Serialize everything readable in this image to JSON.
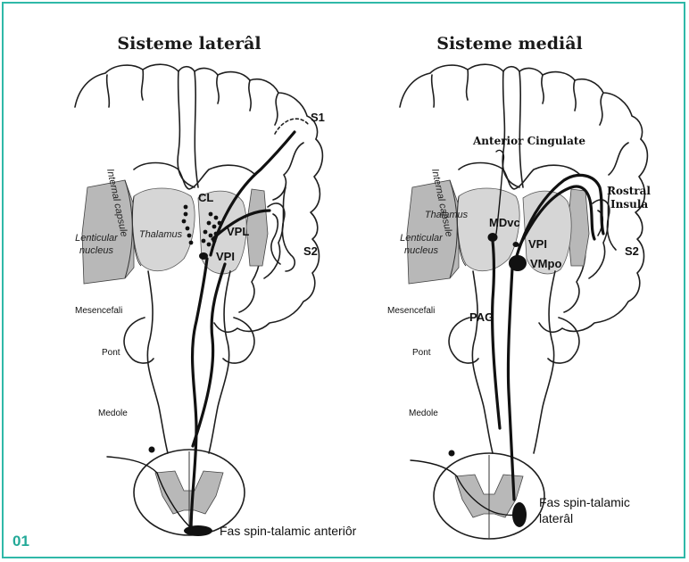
{
  "figure_number": "01",
  "left_panel": {
    "title": "Sisteme laterâl",
    "labels": {
      "S1": "S1",
      "S2": "S2",
      "CL": "CL",
      "VPL": "VPL",
      "VPI": "VPI",
      "internal_capsule": "Internal capsule",
      "lenticular_1": "Lenticular",
      "lenticular_2": "nucleus",
      "thalamus": "Thalamus",
      "mesencefali": "Mesencefali",
      "pont": "Pont",
      "medole": "Medole"
    },
    "tract_label": "Fas spin-talamic anteriôr"
  },
  "right_panel": {
    "title": "Sisteme mediâl",
    "labels": {
      "anterior_cingulate": "Anterior Cingulate",
      "rostral_1": "Rostral",
      "rostral_2": "Insula",
      "S2": "S2",
      "MDvc": "MDvc",
      "VPI": "VPI",
      "VMpo": "VMpo",
      "PAG": "PAG",
      "internal_capsule": "Internal capsule",
      "lenticular_1": "Lenticular",
      "lenticular_2": "nucleus",
      "thalamus": "Thalamus",
      "mesencefali": "Mesencefali",
      "pont": "Pont",
      "medole": "Medole"
    },
    "tract_label_1": "Fas spin-talamic",
    "tract_label_2": "laterâl"
  },
  "colors": {
    "frame": "#2fb8a8",
    "figure_number": "#23a998",
    "ink": "#111111",
    "shade": "#b8b8b8"
  }
}
